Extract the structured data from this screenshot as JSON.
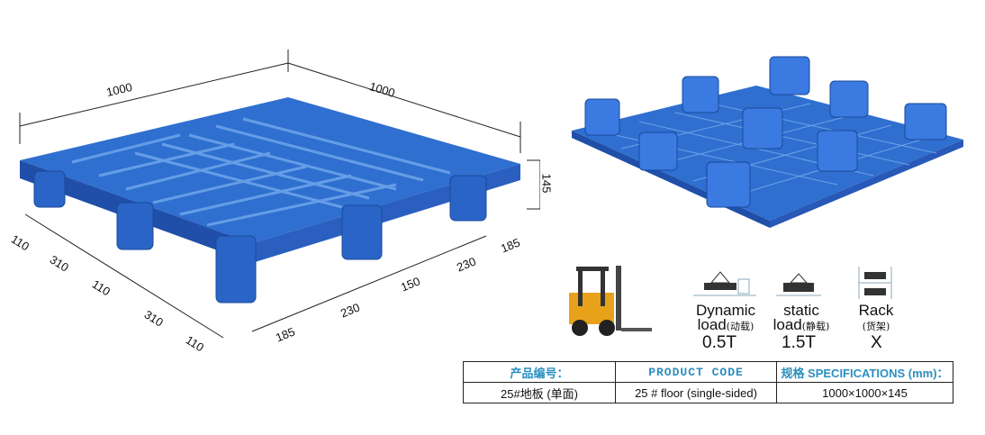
{
  "dimensions": {
    "length_top": "1000",
    "width_top": "1000",
    "height": "145",
    "left_110_a": "110",
    "left_310_a": "310",
    "left_110_b": "110",
    "left_310_b": "310",
    "left_110_c": "110",
    "right_185_a": "185",
    "right_230_a": "230",
    "right_150": "150",
    "right_230_b": "230",
    "right_185_b": "185"
  },
  "loads": [
    {
      "label_en_1": "Dynamic",
      "label_en_2": "load",
      "label_cn": "(动载)",
      "value": "0.5T",
      "icon": "dynamic-load-icon"
    },
    {
      "label_en_1": "static",
      "label_en_2": "load",
      "label_cn": "(静载)",
      "value": "1.5T",
      "icon": "static-load-icon"
    },
    {
      "label_en_1": "Rack",
      "label_en_2": "",
      "label_cn": "(货架)",
      "value": "X",
      "icon": "rack-icon"
    }
  ],
  "spec_table": {
    "headers": [
      "产品编号：",
      "PRODUCT  CODE",
      "规格 SPECIFICATIONS (mm)："
    ],
    "row": [
      "25#地板 (单面)",
      "25 # floor (single-sided)",
      "1000×1000×145"
    ]
  },
  "colors": {
    "pallet_blue": "#2f6fd0",
    "pallet_dark": "#1f4fa8",
    "header_blue": "#2b8fbf"
  }
}
